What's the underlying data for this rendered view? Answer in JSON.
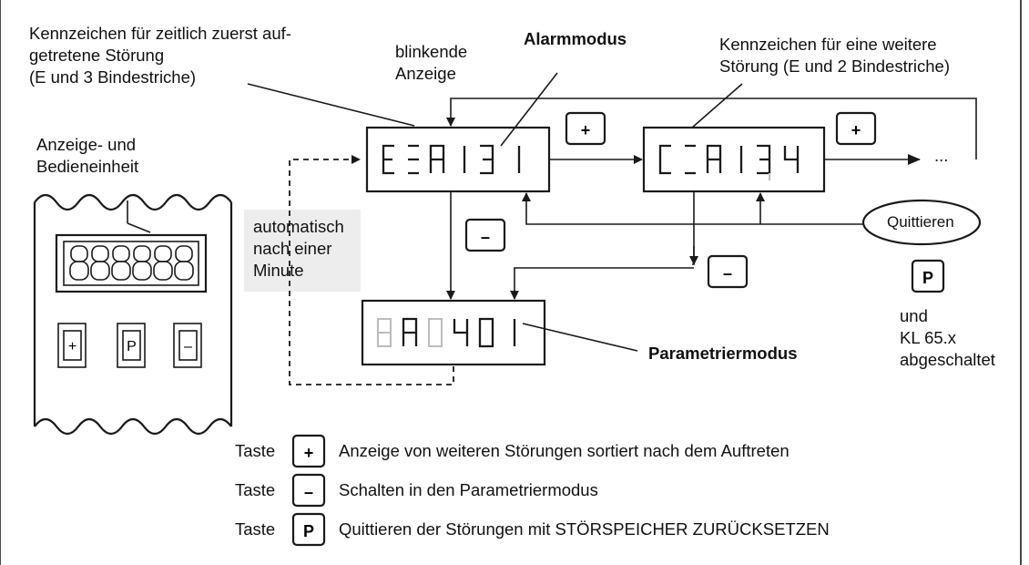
{
  "labels": {
    "first_fault_line1": "Kennzeichen für zeitlich zuerst auf-",
    "first_fault_line2": "getretene Störung",
    "first_fault_line3": "(E und 3 Bindestriche)",
    "blink_line1": "blinkende",
    "blink_line2": "Anzeige",
    "alarm_mode": "Alarmmodus",
    "further_fault_line1": "Kennzeichen für eine weitere",
    "further_fault_line2": "Störung (E und 2 Bindestriche)",
    "unit_line1": "Anzeige- und",
    "unit_line2": "Bedieneinheit",
    "auto_line1": "automatisch",
    "auto_line2": "nach einer",
    "auto_line3": "Minute",
    "ellipsis": "...",
    "acknowledge": "Quittieren",
    "and_line1": "und",
    "and_line2": "KL 65.x",
    "and_line3": "abgeschaltet",
    "param_mode": "Parametriermodus"
  },
  "keys": {
    "plus": "+",
    "minus": "–",
    "p": "P"
  },
  "legend": [
    {
      "prefix": "Taste",
      "key": "+",
      "text": "Anzeige von weiteren Störungen sortiert nach dem Auftreten"
    },
    {
      "prefix": "Taste",
      "key": "–",
      "text": "Schalten in den Parametriermodus"
    },
    {
      "prefix": "Taste",
      "key": "P",
      "text": "Quittieren der Störungen mit STÖRSPEICHER ZURÜCKSETZEN"
    }
  ],
  "colors": {
    "ink": "#1a1a1a",
    "dim_segment": "#bdbdbd",
    "note_background": "#ededed"
  }
}
